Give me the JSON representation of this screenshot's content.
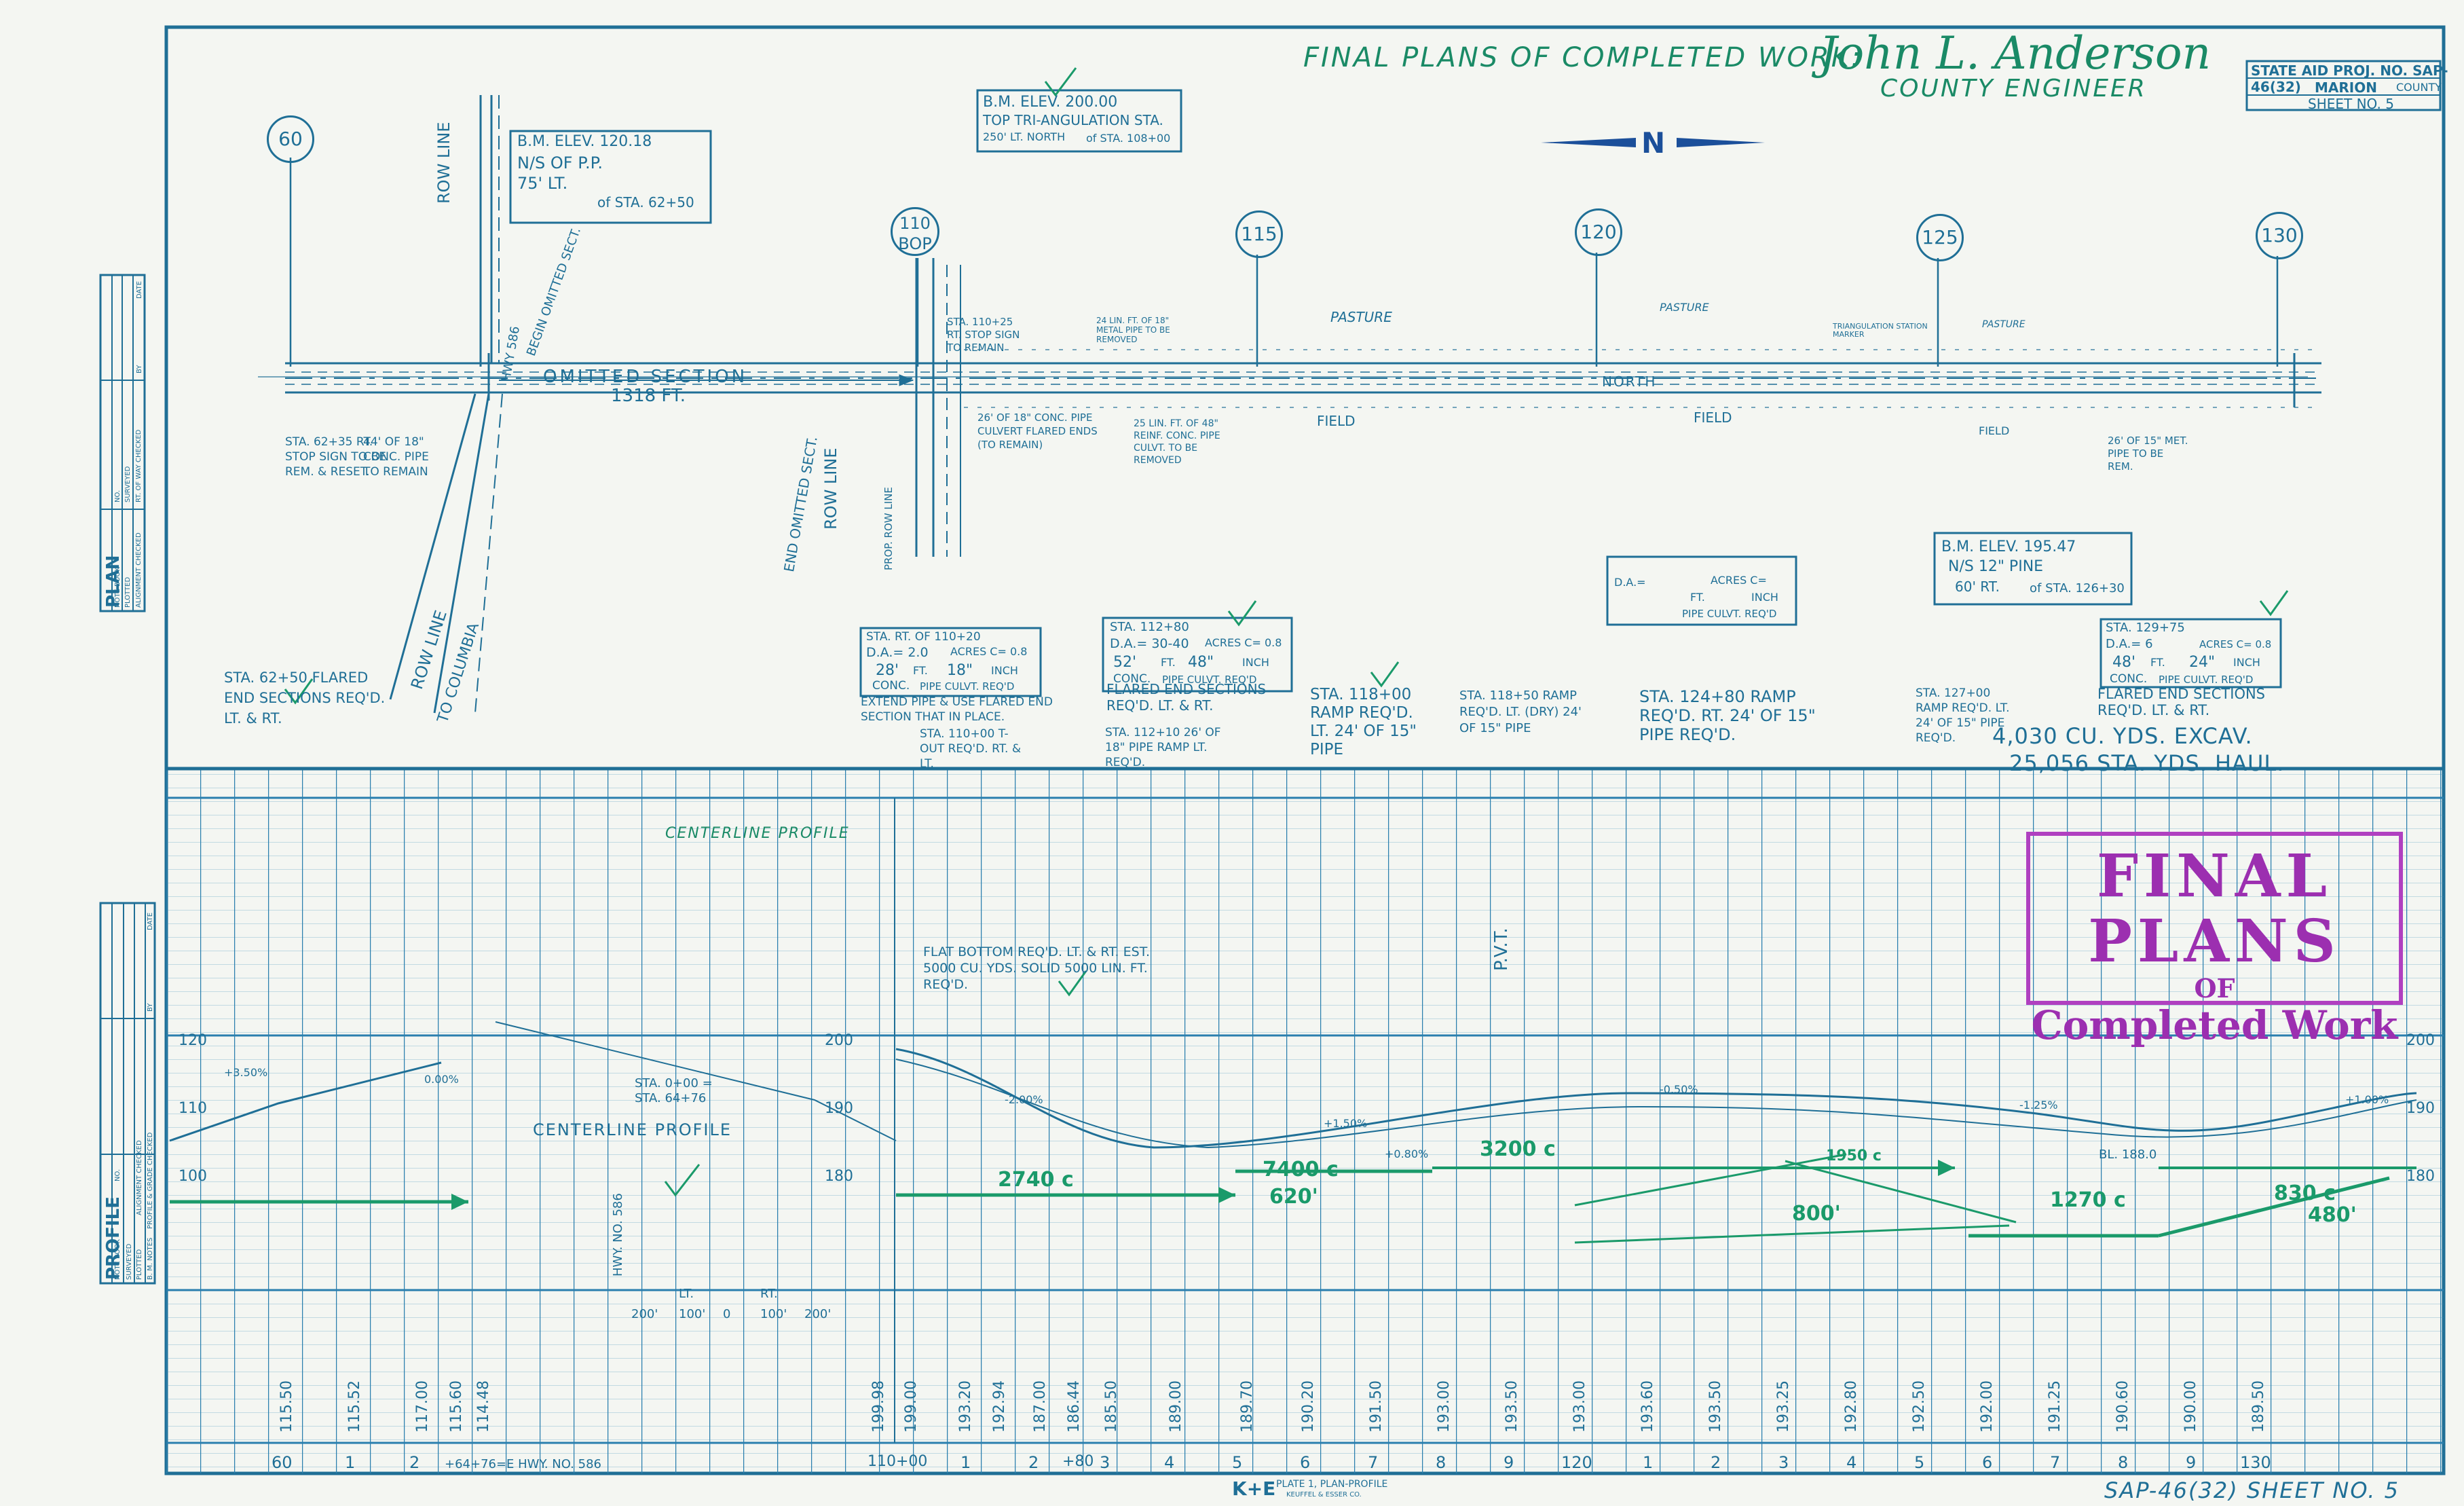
{
  "header": {
    "title": "FINAL PLANS OF COMPLETED WORK:",
    "signature": "John L. Anderson",
    "engineer": "COUNTY ENGINEER"
  },
  "title_block": {
    "project": "STATE AID PROJ. NO. SAP-46(32)",
    "county_name": "MARION",
    "county_label": "COUNTY",
    "sheet": "SHEET NO. 5"
  },
  "north_label": "N",
  "benchmarks": [
    {
      "elev": "B.M. ELEV. 120.18",
      "desc": "N/S OF P.P.",
      "off": "75' LT.",
      "sta": "of STA. 62+50"
    },
    {
      "elev": "B.M. ELEV. 200.00",
      "desc": "TOP TRI-ANGULATION STA.",
      "off": "250' LT. NORTH",
      "sta": "of STA. 108+00"
    },
    {
      "elev": "B.M. ELEV. 195.47",
      "desc": "N/S 12\" PINE",
      "off": "60' RT.",
      "sta": "of STA. 126+30"
    }
  ],
  "stations": [
    "60",
    "110 BOP",
    "115",
    "120",
    "125",
    "130"
  ],
  "plan_labels": {
    "row_line": "ROW LINE",
    "omitted": "OMITTED SECTION",
    "omitted_len": "1318 FT.",
    "begin_omitted": "BEGIN OMITTED SECT.",
    "end_omitted": "END OMITTED SECT.",
    "to_columbia": "TO COLUMBIA",
    "hwy": "HWY 586",
    "pasture": "PASTURE",
    "field": "FIELD",
    "north": "NORTH",
    "tri_marker": "TRIANGULATION STATION MARKER",
    "step_sign": "STA. 62+35 RT. STOP SIGN TO BE REM. & RESET.",
    "pipe_remain": "44' OF 18\" CONC. PIPE TO REMAIN",
    "sta_sign": "STA. 110+25 RT. STOP SIGN TO REMAIN",
    "metal_pipe": "24 LIN. FT. OF 18\" METAL PIPE TO BE REMOVED",
    "conc_culv": "26' OF 18\" CONC. PIPE CULVERT FLARED ENDS (TO REMAIN)",
    "reinf_conc": "25 LIN. FT. OF 48\" REINF. CONC. PIPE CULVT. TO BE REMOVED",
    "met_pipe": "26' OF 15\" MET. PIPE TO BE REM.",
    "prop_row": "PROP. ROW LINE"
  },
  "culvert_boxes": [
    {
      "sta": "STA. RT. OF 110+20",
      "da": "D.A.= 2.0",
      "acres": "ACRES C= 0.8",
      "len": "28'",
      "ft": "FT.",
      "dia": "18\"",
      "inch": "INCH",
      "type": "CONC.",
      "req": "PIPE CULVT. REQ'D"
    },
    {
      "sta": "STA. 112+80",
      "da": "D.A.= 30-40",
      "acres": "ACRES C= 0.8",
      "len": "52'",
      "ft": "FT.",
      "dia": "48\"",
      "inch": "INCH",
      "type": "CONC.",
      "req": "PIPE CULVT. REQ'D"
    },
    {
      "sta": "",
      "da": "D.A.=",
      "acres": "ACRES C=",
      "len": "",
      "ft": "FT.",
      "dia": "",
      "inch": "INCH",
      "type": "",
      "req": "PIPE CULVT. REQ'D"
    },
    {
      "sta": "STA. 129+75",
      "da": "D.A.= 6",
      "acres": "ACRES C= 0.8",
      "len": "48'",
      "ft": "FT.",
      "dia": "24\"",
      "inch": "INCH",
      "type": "CONC.",
      "req": "PIPE CULVT. REQ'D"
    }
  ],
  "notes": {
    "flared_6250": "STA. 62+50 FLARED END SECTIONS REQ'D. LT. & RT.",
    "extend_pipe": "EXTEND PIPE & USE FLARED END SECTION THAT IN PLACE.",
    "turnout": "STA. 110+00 T-OUT REQ'D. RT. & LT.",
    "flared_11280": "FLARED END SECTIONS REQ'D. LT. & RT.",
    "sta11210": "STA. 112+10 26' OF 18\" PIPE RAMP LT. REQ'D.",
    "ramp11800": "STA. 118+00 RAMP REQ'D. LT. 24' OF 15\" PIPE",
    "ramp11850": "STA. 118+50 RAMP REQ'D. LT. (DRY) 24' OF 15\" PIPE",
    "ramp12480": "STA. 124+80 RAMP REQ'D. RT. 24' OF 15\" PIPE REQ'D.",
    "ramp12700": "STA. 127+00 RAMP REQ'D. LT. 24' OF 15\" PIPE REQ'D.",
    "flared_12975": "FLARED END SECTIONS REQ'D. LT. & RT.",
    "excav": "4,030 CU. YDS. EXCAV.",
    "haul": "25,056 STA. YDS. HAUL."
  },
  "profile": {
    "centerline1": "CENTERLINE PROFILE",
    "centerline2": "CENTERLINE PROFILE",
    "hwy": "HWY. NO. 586",
    "sta_label": "STA. 0+00 = STA. 64+76",
    "flat_bottom": "FLAT BOTTOM REQ'D. LT. & RT. EST. 5000 CU. YDS. SOLID 5000 LIN. FT. REQ'D.",
    "lt": "LT.",
    "rt": "RT.",
    "offsets": [
      "200'",
      "100'",
      "0",
      "100'",
      "200'"
    ],
    "elev_left": [
      "120",
      "110",
      "100"
    ],
    "elev_mid": [
      "200",
      "190",
      "180"
    ],
    "elev_right": [
      "200",
      "190",
      "180"
    ],
    "grades": [
      "+3.50%",
      "0.00%",
      "-2.00%",
      "+1.50%",
      "-0.50%",
      "+0.80%",
      "-1.25%",
      "+1.00%"
    ],
    "earthwork": [
      "2740 c",
      "7400 c",
      "3200 c",
      "1950 c",
      "1270 c",
      "830 c"
    ],
    "lengths": [
      "620'",
      "800'",
      "480'"
    ],
    "bl": "BL. 188.0",
    "bottom_stations": [
      "60",
      "1",
      "2",
      "+64+76=E HWY. NO. 586",
      "110+00",
      "1",
      "2",
      "+80",
      "3",
      "4",
      "5",
      "6",
      "7",
      "8",
      "9",
      "120",
      "1",
      "2",
      "3",
      "4",
      "5",
      "6",
      "7",
      "8",
      "9",
      "130"
    ],
    "elevations": [
      "115.50",
      "115.52",
      "117.00",
      "115.60",
      "114.48",
      "199.98",
      "199.00",
      "193.20",
      "192.94",
      "187.00",
      "186.44",
      "185.50",
      "189.00",
      "189.70",
      "190.20",
      "191.50",
      "193.00",
      "193.50",
      "193.00",
      "193.60",
      "193.50",
      "193.25",
      "192.80",
      "192.50",
      "192.00",
      "191.25",
      "190.60",
      "190.00",
      "189.50"
    ]
  },
  "side_panels": {
    "plan_title": "PLAN",
    "profile_title": "PROFILE",
    "fields": [
      "SURVEYED",
      "PLOTTED",
      "ALIGNMENT CHECKED",
      "RT. OF WAY CHECKED",
      "NOTE BOOK",
      "NO."
    ],
    "profile_fields": [
      "SURVEYED",
      "PLOTTED",
      "ALIGNMENT CHECKED",
      "B. M. NOTES",
      "PROFILE & GRADE CHECKED",
      "NOTE BOOK",
      "NO."
    ],
    "by": "BY",
    "date": "DATE"
  },
  "stamp": {
    "line1": "FINAL PLANS",
    "line2": "OF",
    "line3": "Completed Work"
  },
  "footer": {
    "logo": "K+E",
    "plate": "PLATE 1, PLAN-PROFILE",
    "maker": "KEUFFEL & ESSER CO.",
    "sheet": "SAP-46(32)  SHEET NO. 5"
  }
}
